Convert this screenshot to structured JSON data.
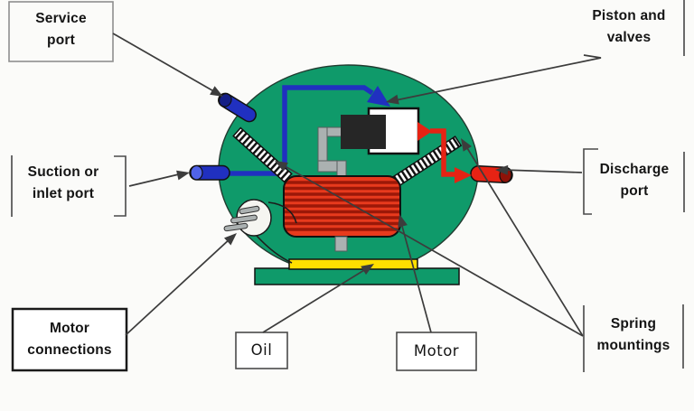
{
  "callouts": {
    "service_port": {
      "line1": "Service",
      "line2": "port"
    },
    "piston_valves": {
      "line1": "Piston and",
      "line2": "valves"
    },
    "suction_port": {
      "line1": "Suction or",
      "line2": "inlet port"
    },
    "discharge_port": {
      "line1": "Discharge",
      "line2": "port"
    },
    "motor_connections": {
      "line1": "Motor",
      "line2": "connections"
    },
    "spring_mountings": {
      "line1": "Spring",
      "line2": "mountings"
    },
    "oil": {
      "label": "Oil"
    },
    "motor": {
      "label": "Motor"
    }
  },
  "colors": {
    "shell_green": "#0f9a6a",
    "pipe_blue": "#2030c0",
    "cap_light_blue": "#5063e8",
    "cap_dark_blue": "#141e86",
    "flow_red": "#e62314",
    "discharge_cap": "#8f1208",
    "oil_yellow": "#ffdf00",
    "metal_gray": "#abb1b1",
    "piston_black": "#262626",
    "motor_red": "#e83a1d",
    "motor_stripe": "#9c1808",
    "line_gray": "#3c3c3c"
  }
}
